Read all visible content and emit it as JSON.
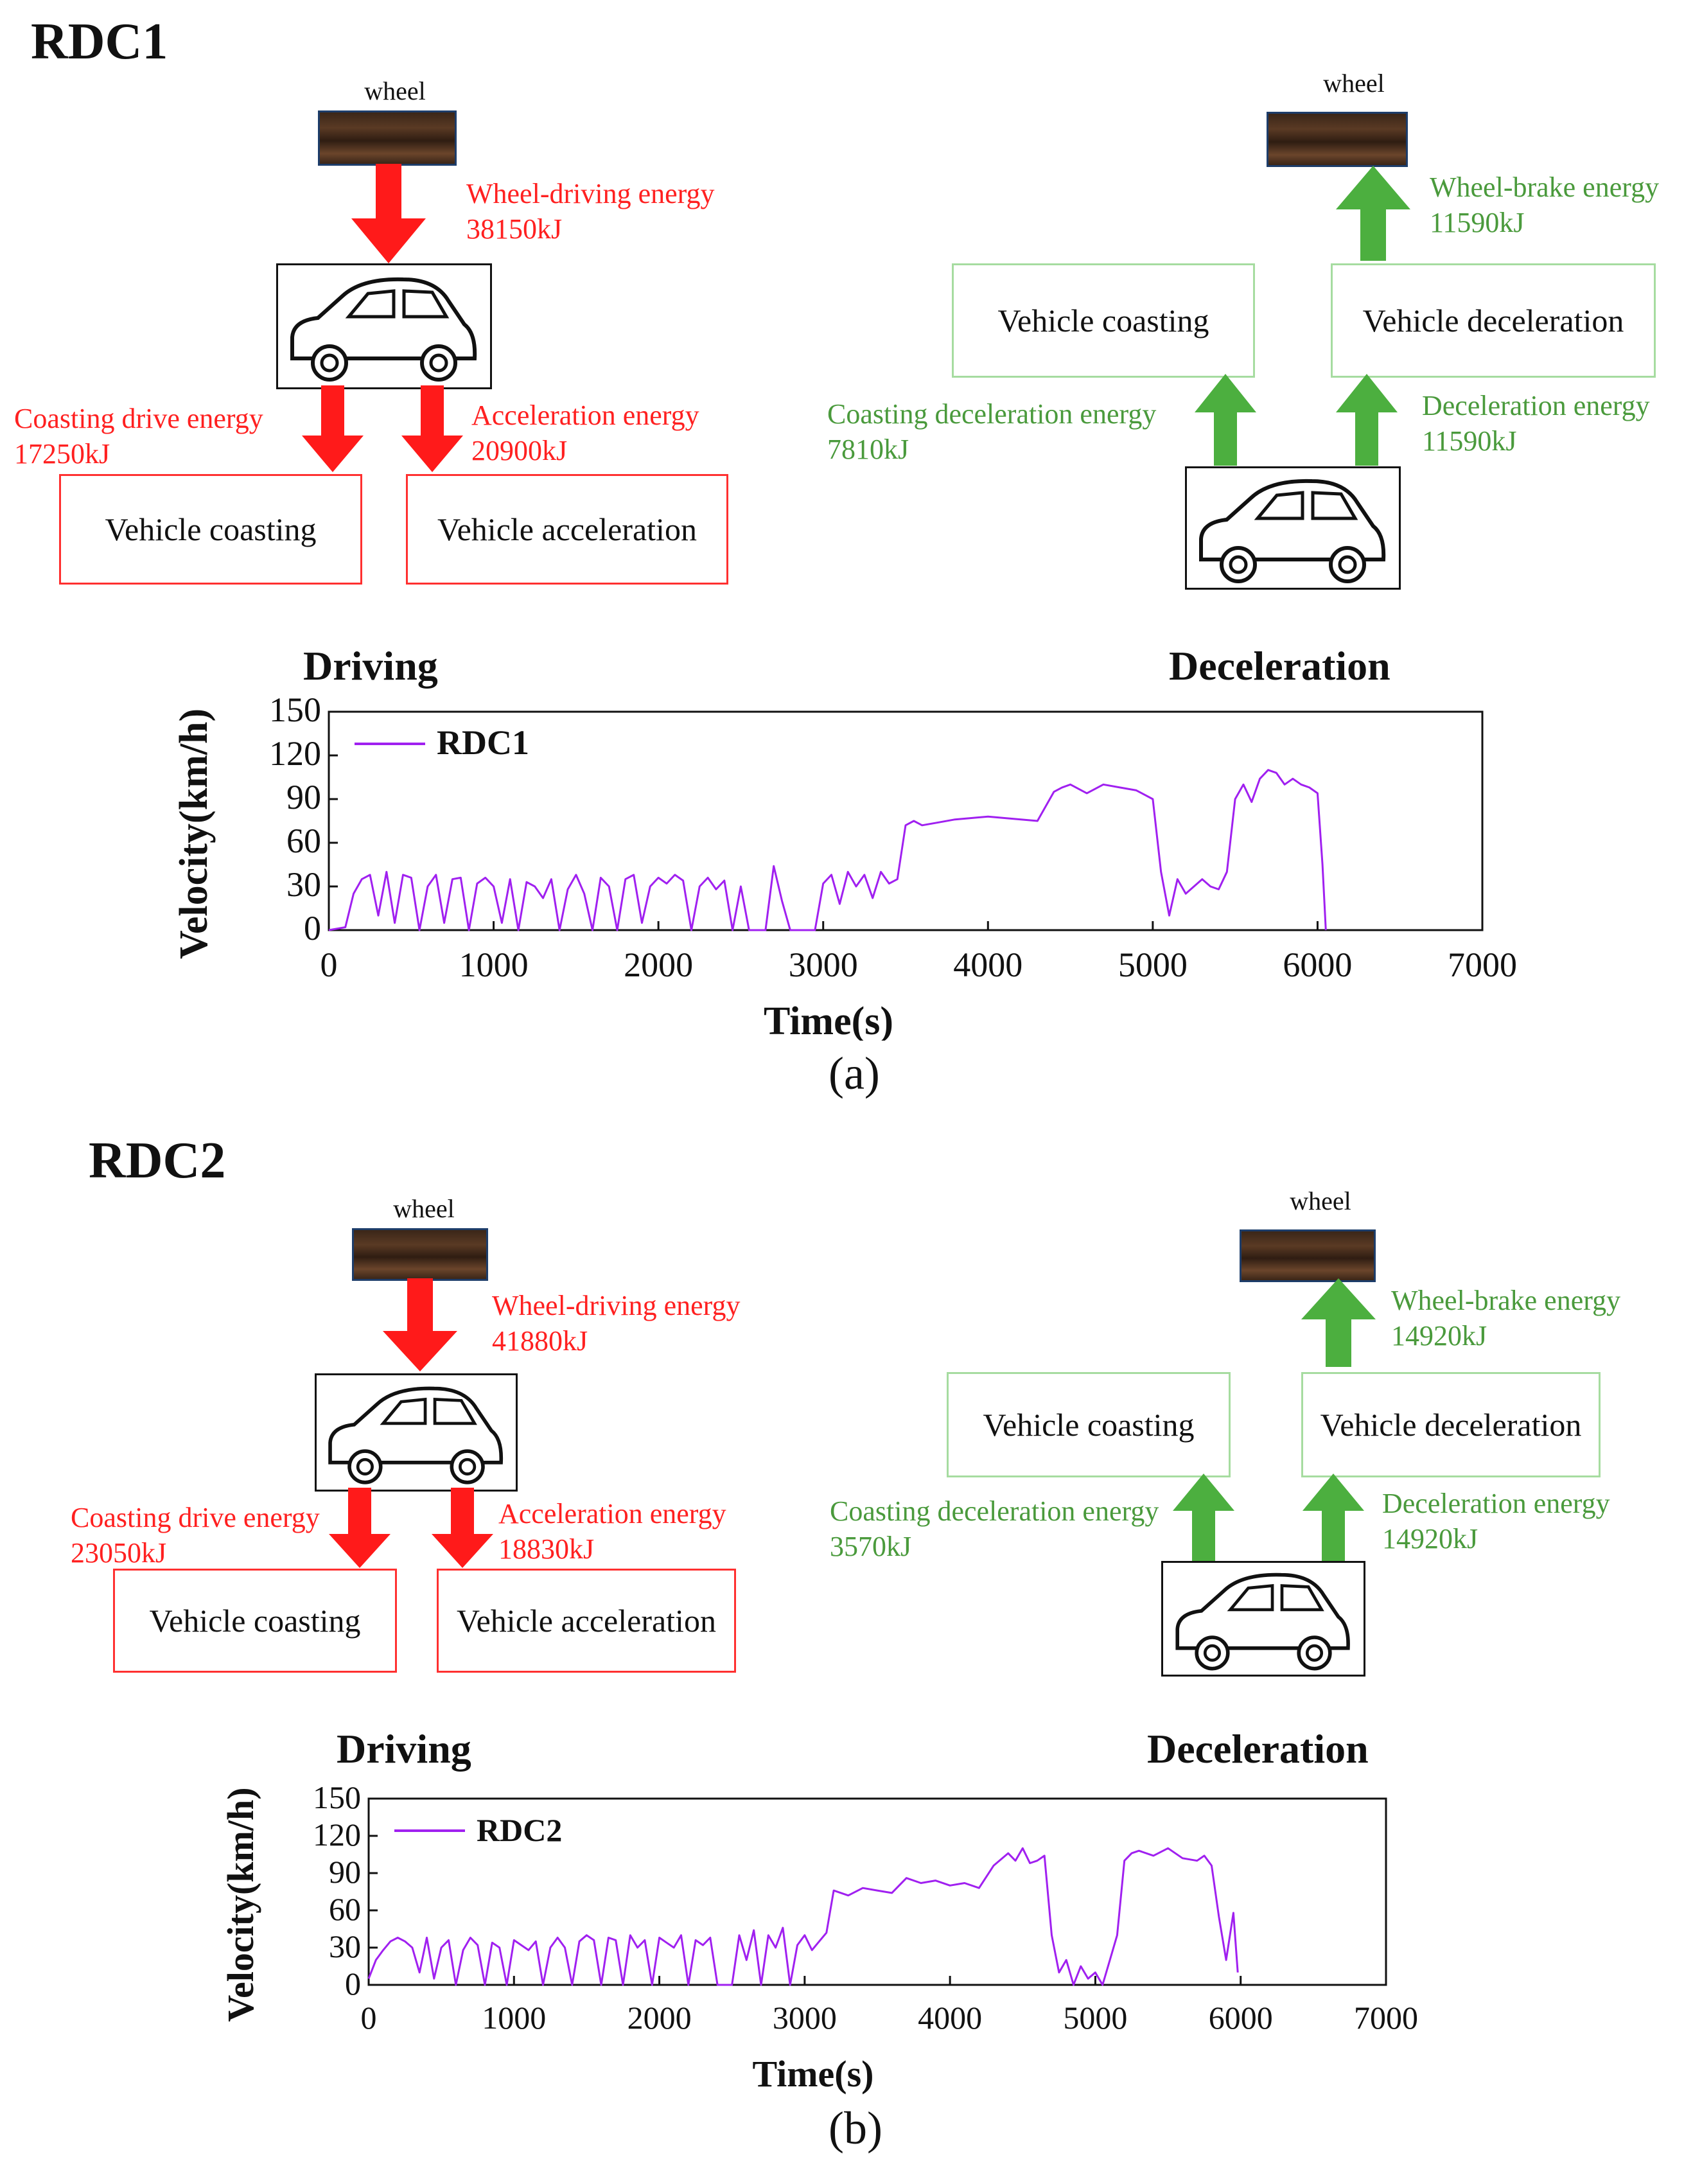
{
  "panels": [
    {
      "title": "RDC1",
      "panel_label": "(a)",
      "driving": {
        "wheel_label": "wheel",
        "wheel_driving": {
          "label": "Wheel-driving energy",
          "value": "38150kJ"
        },
        "coasting_drive": {
          "label": "Coasting drive energy",
          "value": "17250kJ"
        },
        "acceleration": {
          "label": "Acceleration energy",
          "value": "20900kJ"
        },
        "box_coasting": "Vehicle coasting",
        "box_acceleration": "Vehicle acceleration"
      },
      "deceleration": {
        "wheel_label": "wheel",
        "wheel_brake": {
          "label": "Wheel-brake energy",
          "value": "11590kJ"
        },
        "coasting_decel": {
          "label": "Coasting deceleration energy",
          "value": "7810kJ"
        },
        "decel": {
          "label": "Deceleration energy",
          "value": "11590kJ"
        },
        "box_coasting": "Vehicle coasting",
        "box_deceleration": "Vehicle deceleration"
      },
      "header_left": "Driving",
      "header_right": "Deceleration"
    },
    {
      "title": "RDC2",
      "panel_label": "(b)",
      "driving": {
        "wheel_label": "wheel",
        "wheel_driving": {
          "label": "Wheel-driving energy",
          "value": "41880kJ"
        },
        "coasting_drive": {
          "label": "Coasting drive energy",
          "value": "23050kJ"
        },
        "acceleration": {
          "label": "Acceleration energy",
          "value": "18830kJ"
        },
        "box_coasting": "Vehicle coasting",
        "box_acceleration": "Vehicle acceleration"
      },
      "deceleration": {
        "wheel_label": "wheel",
        "wheel_brake": {
          "label": "Wheel-brake energy",
          "value": "14920kJ"
        },
        "coasting_decel": {
          "label": "Coasting deceleration energy",
          "value": "3570kJ"
        },
        "decel": {
          "label": "Deceleration energy",
          "value": "14920kJ"
        },
        "box_coasting": "Vehicle coasting",
        "box_deceleration": "Vehicle deceleration"
      },
      "header_left": "Driving",
      "header_right": "Deceleration"
    }
  ],
  "colors": {
    "driving": "#ff2020",
    "decel_arrow": "#4caf3f",
    "decel_text": "#4a9a3c",
    "series": "#a020f0"
  },
  "chart_data": [
    {
      "type": "line",
      "xlabel": "Time(s)",
      "ylabel": "Velocity(km/h)",
      "xlim": [
        0,
        7000
      ],
      "ylim": [
        0,
        150
      ],
      "xticks": [
        0,
        1000,
        2000,
        3000,
        4000,
        5000,
        6000,
        7000
      ],
      "yticks": [
        0,
        30,
        60,
        90,
        120,
        150
      ],
      "legend_position": "top-left",
      "series": [
        {
          "name": "RDC1",
          "x": [
            0,
            100,
            150,
            200,
            250,
            300,
            350,
            400,
            450,
            500,
            550,
            600,
            650,
            700,
            750,
            800,
            850,
            900,
            950,
            1000,
            1050,
            1100,
            1150,
            1200,
            1250,
            1300,
            1350,
            1400,
            1450,
            1500,
            1550,
            1600,
            1650,
            1700,
            1750,
            1800,
            1850,
            1900,
            1950,
            2000,
            2050,
            2100,
            2150,
            2200,
            2250,
            2300,
            2350,
            2400,
            2450,
            2500,
            2550,
            2600,
            2650,
            2700,
            2750,
            2800,
            2850,
            2900,
            2950,
            3000,
            3050,
            3100,
            3150,
            3200,
            3250,
            3300,
            3350,
            3400,
            3450,
            3500,
            3550,
            3600,
            3700,
            3800,
            3900,
            4000,
            4100,
            4200,
            4300,
            4400,
            4450,
            4500,
            4600,
            4700,
            4800,
            4900,
            5000,
            5050,
            5100,
            5150,
            5200,
            5250,
            5300,
            5350,
            5400,
            5450,
            5500,
            5550,
            5600,
            5650,
            5700,
            5750,
            5800,
            5850,
            5900,
            5950,
            6000,
            6030,
            6050
          ],
          "y": [
            0,
            2,
            25,
            35,
            38,
            10,
            40,
            5,
            38,
            36,
            0,
            30,
            38,
            5,
            35,
            36,
            0,
            32,
            36,
            30,
            5,
            35,
            0,
            33,
            30,
            22,
            35,
            0,
            28,
            38,
            25,
            0,
            36,
            30,
            0,
            35,
            38,
            5,
            30,
            36,
            32,
            38,
            34,
            0,
            30,
            36,
            28,
            34,
            0,
            30,
            0,
            0,
            0,
            44,
            20,
            0,
            0,
            0,
            0,
            32,
            38,
            18,
            40,
            30,
            38,
            22,
            40,
            32,
            35,
            72,
            75,
            72,
            74,
            76,
            77,
            78,
            77,
            76,
            75,
            95,
            98,
            100,
            94,
            100,
            98,
            96,
            90,
            40,
            10,
            35,
            25,
            30,
            35,
            30,
            28,
            40,
            90,
            100,
            88,
            104,
            110,
            108,
            100,
            104,
            100,
            98,
            94,
            45,
            0
          ]
        }
      ]
    },
    {
      "type": "line",
      "xlabel": "Time(s)",
      "ylabel": "Velocity(km/h)",
      "xlim": [
        0,
        7000
      ],
      "ylim": [
        0,
        150
      ],
      "xticks": [
        0,
        1000,
        2000,
        3000,
        4000,
        5000,
        6000,
        7000
      ],
      "yticks": [
        0,
        30,
        60,
        90,
        120,
        150
      ],
      "legend_position": "top-left",
      "series": [
        {
          "name": "RDC2",
          "x": [
            0,
            50,
            100,
            150,
            200,
            250,
            300,
            350,
            400,
            450,
            500,
            550,
            600,
            650,
            700,
            750,
            800,
            850,
            900,
            950,
            1000,
            1050,
            1100,
            1150,
            1200,
            1250,
            1300,
            1350,
            1400,
            1450,
            1500,
            1550,
            1600,
            1650,
            1700,
            1750,
            1800,
            1850,
            1900,
            1950,
            2000,
            2050,
            2100,
            2150,
            2200,
            2250,
            2300,
            2350,
            2400,
            2450,
            2500,
            2550,
            2600,
            2650,
            2700,
            2750,
            2800,
            2850,
            2900,
            2950,
            3000,
            3050,
            3100,
            3150,
            3200,
            3300,
            3400,
            3500,
            3600,
            3700,
            3800,
            3900,
            4000,
            4100,
            4200,
            4300,
            4400,
            4450,
            4500,
            4550,
            4600,
            4650,
            4700,
            4750,
            4800,
            4850,
            4900,
            4950,
            5000,
            5050,
            5100,
            5150,
            5200,
            5250,
            5300,
            5400,
            5500,
            5600,
            5700,
            5750,
            5800,
            5850,
            5900,
            5950,
            5980
          ],
          "y": [
            5,
            20,
            28,
            35,
            38,
            35,
            30,
            10,
            38,
            5,
            30,
            36,
            0,
            28,
            38,
            32,
            0,
            34,
            30,
            0,
            36,
            32,
            28,
            35,
            0,
            30,
            38,
            30,
            0,
            35,
            40,
            36,
            0,
            38,
            36,
            0,
            40,
            30,
            36,
            0,
            38,
            34,
            30,
            40,
            0,
            36,
            32,
            38,
            0,
            0,
            0,
            40,
            20,
            44,
            0,
            40,
            30,
            46,
            0,
            32,
            40,
            28,
            35,
            42,
            76,
            72,
            78,
            76,
            74,
            86,
            82,
            84,
            80,
            82,
            78,
            96,
            106,
            100,
            110,
            98,
            100,
            104,
            40,
            10,
            20,
            0,
            15,
            5,
            10,
            0,
            20,
            40,
            100,
            106,
            108,
            104,
            110,
            102,
            100,
            104,
            96,
            55,
            20,
            58,
            10
          ]
        }
      ]
    }
  ]
}
